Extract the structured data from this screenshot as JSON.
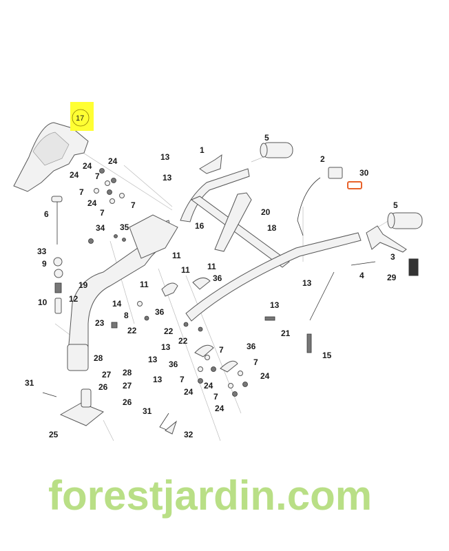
{
  "diagram": {
    "title": "Handlebar assembly exploded parts view",
    "highlighted_part": "17",
    "highlight_color": "#ffff33",
    "accent_color": "#e8622a",
    "watermark": "forestjardin.com",
    "watermark_colors": [
      "#c6e79c",
      "#f6c48c",
      "#d7d1c4"
    ]
  },
  "callouts": {
    "c17": "17",
    "c24a": "24",
    "c24b": "24",
    "c24c": "24",
    "c24d": "24",
    "c7a": "7",
    "c7b": "7",
    "c7c": "7",
    "c7d": "7",
    "c6": "6",
    "c34": "34",
    "c35": "35",
    "c33": "33",
    "c9": "9",
    "c12": "12",
    "c10": "10",
    "c19": "19",
    "c13a": "13",
    "c13b": "13",
    "c1": "1",
    "c16": "16",
    "c11a": "11",
    "c11b": "11",
    "c11c": "11",
    "c11d": "11",
    "c36a": "36",
    "c36b": "36",
    "c14": "14",
    "c8": "8",
    "c23": "23",
    "c22a": "22",
    "c22b": "22",
    "c22c": "22",
    "c5a": "5",
    "c2": "2",
    "c30": "30",
    "c20": "20",
    "c18": "18",
    "c5b": "5",
    "c3": "3",
    "c4": "4",
    "c29": "29",
    "c13c": "13",
    "c13d": "13",
    "c21": "21",
    "c15": "15",
    "c13e": "13",
    "c13f": "13",
    "c13g": "13",
    "c36c": "36",
    "c7e": "7",
    "c36d": "36",
    "c7f": "7",
    "c24e": "24",
    "c7g": "7",
    "c24f": "24",
    "c24g": "24",
    "c7h": "7",
    "c24h": "24",
    "c28a": "28",
    "c27a": "27",
    "c28b": "28",
    "c26a": "26",
    "c27b": "27",
    "c26b": "26",
    "c31a": "31",
    "c25": "25",
    "c31b": "31",
    "c32": "32"
  }
}
